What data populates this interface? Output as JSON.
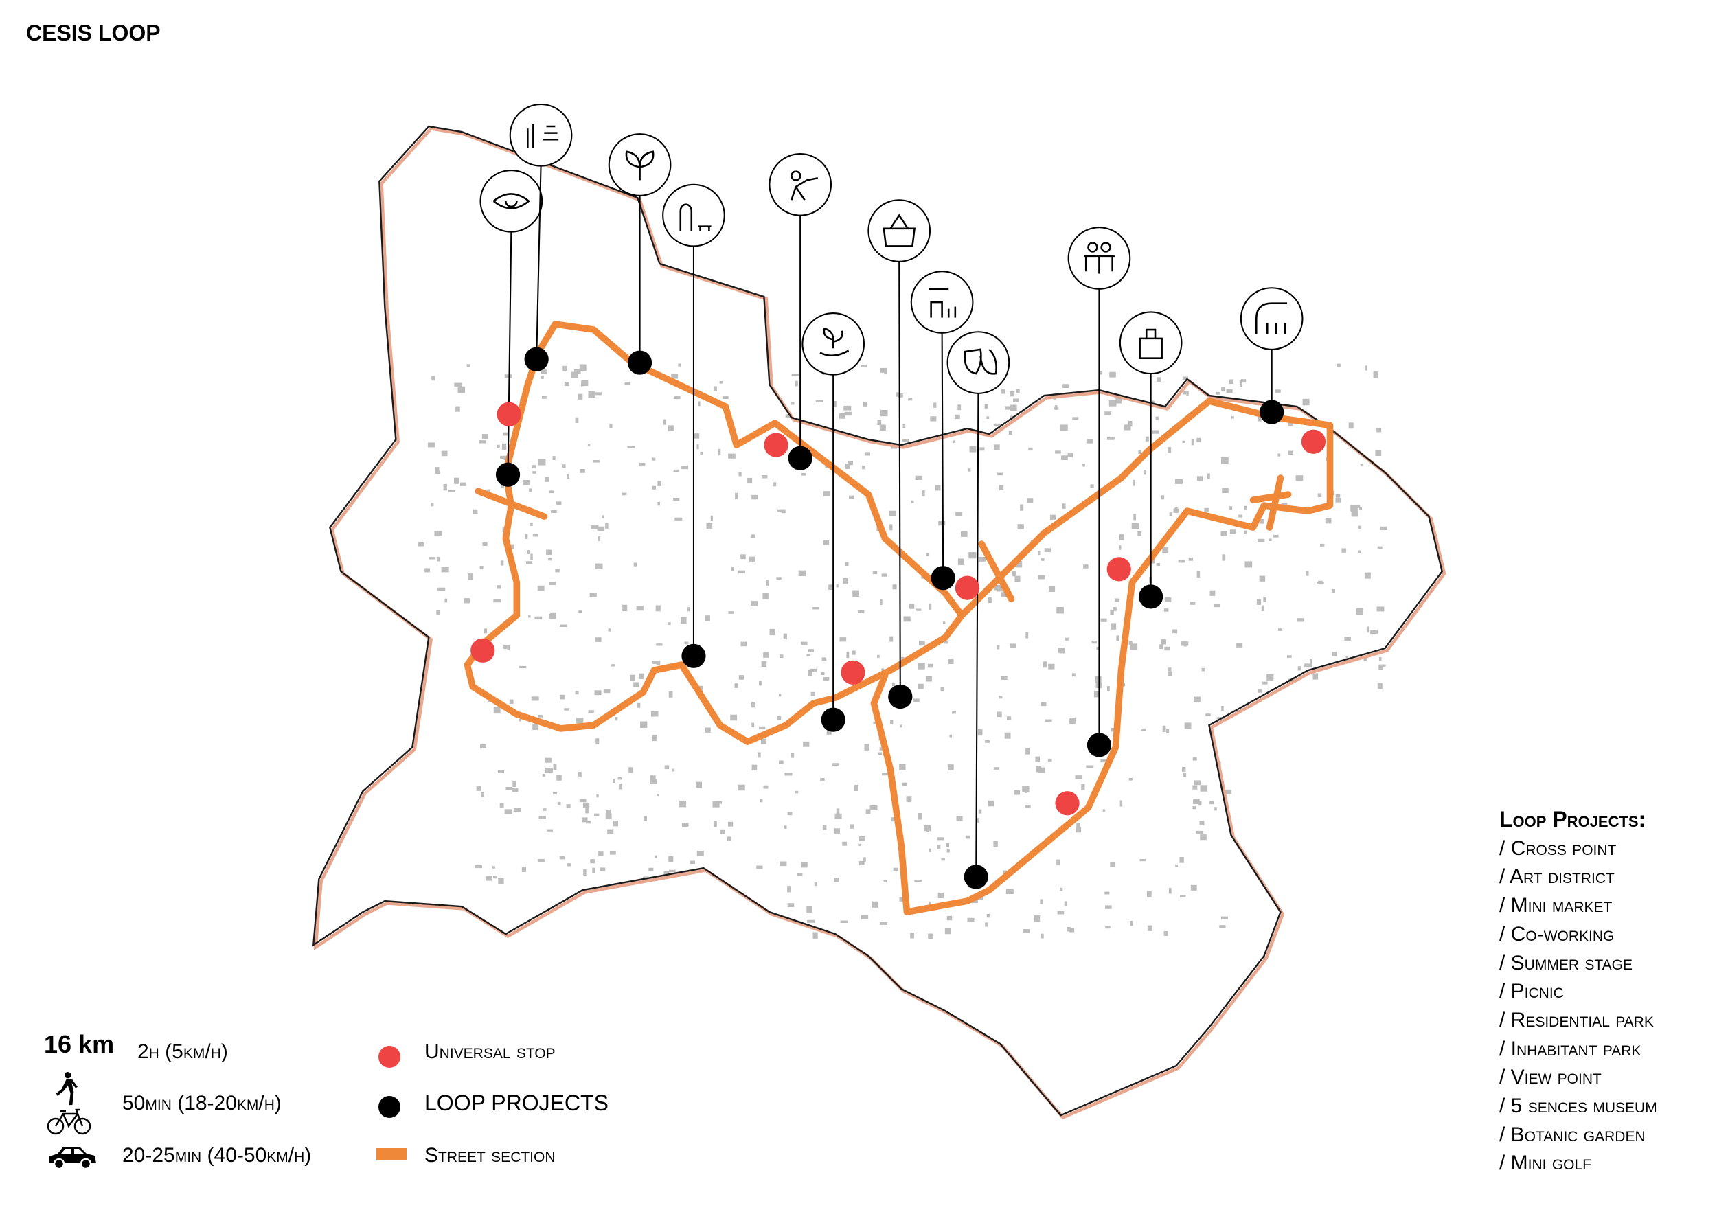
{
  "title": "CESIS LOOP",
  "colors": {
    "route": "#f0883a",
    "universal_stop": "#ef4444",
    "loop_project": "#000000",
    "boundary": "#1a1a1a",
    "buildings": "#b8b8b8"
  },
  "travel": {
    "distance": "16 km",
    "walk": {
      "icon": "walking-person-icon",
      "time": "2h (5km/h)"
    },
    "bike": {
      "icon": "bicycle-icon",
      "time": "50min (18-20km/h)"
    },
    "car": {
      "icon": "car-icon",
      "time": "20-25min (40-50km/h)"
    }
  },
  "legend": {
    "universal_stop": "Universal stop",
    "loop_projects": "LOOP PROJECTS",
    "street_section": "Street section"
  },
  "projects": {
    "heading": "Loop Projects:",
    "items": [
      "/ Cross point",
      "/ Art district",
      "/ Mini market",
      "/ Co-working",
      "/ Summer stage",
      "/ Picnic",
      "/ Residential park",
      "/ Inhabitant park",
      "/ View point",
      "/ 5 sences museum",
      "/ Botanic garden",
      "/ Mini golf"
    ]
  },
  "map_icons": [
    "eye-icon",
    "spa-stones-icon",
    "sprout-icon",
    "park-bench-icon",
    "paintball-icon",
    "hand-plant-icon",
    "picnic-basket-icon",
    "market-icon",
    "theater-masks-icon",
    "coworking-icon",
    "shopping-bag-icon",
    "mini-golf-icon"
  ]
}
